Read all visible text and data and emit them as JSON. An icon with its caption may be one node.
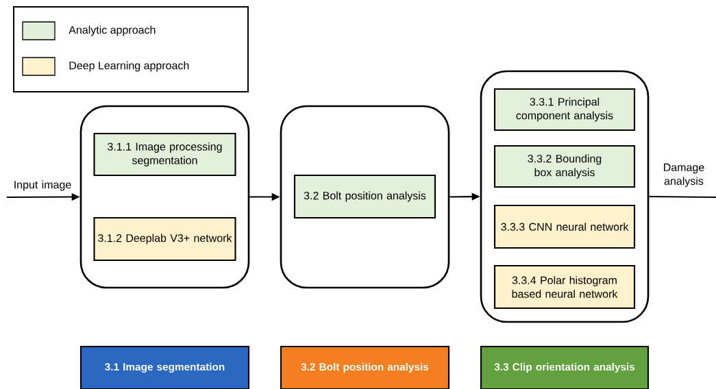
{
  "diagram": {
    "nodes": [
      {
        "text": [],
        "shape": "box"
      },
      {
        "text": [
          "3.1.1 Image processing segmentation"
        ],
        "in": 0
      },
      {
        "text": [
          "3.1.2 Deeplab V3+ network"
        ],
        "in": 0
      },
      {
        "text": [],
        "shape": "box"
      },
      {
        "text": [
          "3.2 Bolt position analysis"
        ],
        "in": 3
      },
      {
        "text": [],
        "shape": "box"
      },
      {
        "text": [
          "3.3.1 Principal component analysis"
        ],
        "in": 5
      },
      {
        "text": [
          "3.3.2 Bounding box analysis"
        ],
        "in": 5
      },
      {
        "text": [
          "3.3.3 CNN neural network"
        ],
        "in": 5
      },
      {
        "text": [
          "3.3.4 Polar histogram based neural network"
        ],
        "in": 5
      },
      {
        "text": [
          "3.1 Image segmentation"
        ]
      },
      {
        "text": [
          "3.2 Bolt position analysis"
        ]
      },
      {
        "text": [
          "3.3 Clip orientation analysis"
        ]
      }
    ],
    "edges": [
      {
        "from": null,
        "to": 0,
        "arrow": "to",
        "label": "Input image"
      },
      {
        "from": 0,
        "to": 3,
        "arrow": "to"
      },
      {
        "from": 3,
        "to": 5,
        "arrow": "to"
      },
      {
        "from": 5,
        "to": null,
        "arrow": "none",
        "label": "Damage analysis"
      }
    ],
    "legend": [
      {
        "text": "Analytic approach",
        "color": "#e2efda"
      },
      {
        "text": "Deep Learning approach",
        "color": "#fff2cc"
      }
    ]
  }
}
